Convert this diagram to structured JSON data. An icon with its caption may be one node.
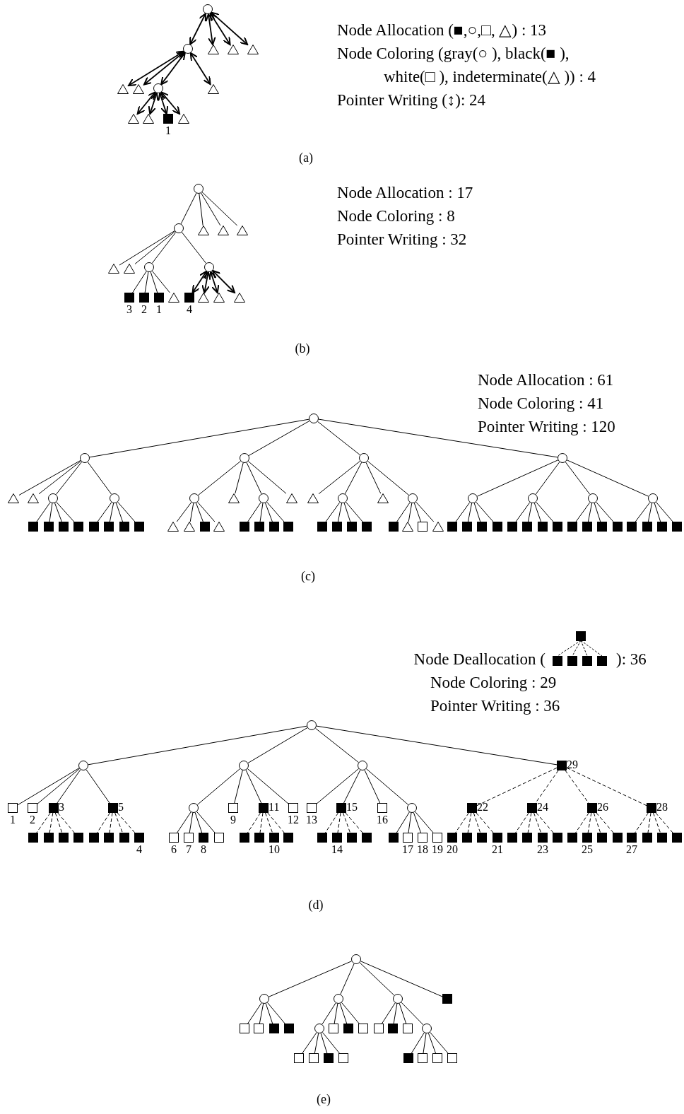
{
  "diagram": {
    "nodes": [
      {
        "text": [],
        "shape": "circle"
      },
      {
        "text": [],
        "shape": "circle"
      },
      {
        "text": [],
        "shape": "triangle"
      },
      {
        "text": [],
        "shape": "triangle"
      },
      {
        "text": [],
        "shape": "triangle"
      },
      {
        "text": [],
        "shape": "triangle"
      },
      {
        "text": [],
        "shape": "triangle"
      },
      {
        "text": [],
        "shape": "circle"
      },
      {
        "text": [],
        "shape": "triangle"
      },
      {
        "text": [],
        "shape": "triangle"
      },
      {
        "text": [],
        "shape": "triangle"
      },
      {
        "text": [],
        "shape": "block",
        "beside": [
          "1"
        ]
      },
      {
        "text": [],
        "shape": "triangle"
      },
      {
        "text": [],
        "shape": "circle"
      },
      {
        "text": [],
        "shape": "circle"
      },
      {
        "text": [],
        "shape": "triangle"
      },
      {
        "text": [],
        "shape": "triangle"
      },
      {
        "text": [],
        "shape": "triangle"
      },
      {
        "text": [],
        "shape": "triangle"
      },
      {
        "text": [],
        "shape": "triangle"
      },
      {
        "text": [],
        "shape": "circle"
      },
      {
        "text": [],
        "shape": "circle"
      },
      {
        "text": [],
        "shape": "block",
        "beside": [
          "3"
        ]
      },
      {
        "text": [],
        "shape": "block",
        "beside": [
          "2"
        ]
      },
      {
        "text": [],
        "shape": "block",
        "beside": [
          "1"
        ]
      },
      {
        "text": [],
        "shape": "triangle"
      },
      {
        "text": [],
        "shape": "block",
        "beside": [
          "4"
        ]
      },
      {
        "text": [],
        "shape": "triangle"
      },
      {
        "text": [],
        "shape": "triangle"
      },
      {
        "text": [],
        "shape": "triangle"
      },
      {
        "text": [],
        "shape": "circle"
      },
      {
        "text": [],
        "shape": "circle"
      },
      {
        "text": [],
        "shape": "circle"
      },
      {
        "text": [],
        "shape": "circle"
      },
      {
        "text": [],
        "shape": "circle"
      },
      {
        "text": [],
        "shape": "triangle"
      },
      {
        "text": [],
        "shape": "triangle"
      },
      {
        "text": [],
        "shape": "circle"
      },
      {
        "text": [],
        "shape": "circle"
      },
      {
        "text": [],
        "shape": "circle"
      },
      {
        "text": [],
        "shape": "triangle"
      },
      {
        "text": [],
        "shape": "circle"
      },
      {
        "text": [],
        "shape": "triangle"
      },
      {
        "text": [],
        "shape": "triangle"
      },
      {
        "text": [],
        "shape": "circle"
      },
      {
        "text": [],
        "shape": "triangle"
      },
      {
        "text": [],
        "shape": "circle"
      },
      {
        "text": [],
        "shape": "circle"
      },
      {
        "text": [],
        "shape": "circle"
      },
      {
        "text": [],
        "shape": "circle"
      },
      {
        "text": [],
        "shape": "circle"
      },
      {
        "text": [],
        "shape": "block"
      },
      {
        "text": [],
        "shape": "block"
      },
      {
        "text": [],
        "shape": "block"
      },
      {
        "text": [],
        "shape": "block"
      },
      {
        "text": [],
        "shape": "block"
      },
      {
        "text": [],
        "shape": "block"
      },
      {
        "text": [],
        "shape": "block"
      },
      {
        "text": [],
        "shape": "block"
      },
      {
        "text": [],
        "shape": "triangle"
      },
      {
        "text": [],
        "shape": "triangle"
      },
      {
        "text": [],
        "shape": "block"
      },
      {
        "text": [],
        "shape": "triangle"
      },
      {
        "text": [],
        "shape": "block"
      },
      {
        "text": [],
        "shape": "block"
      },
      {
        "text": [],
        "shape": "block"
      },
      {
        "text": [],
        "shape": "block"
      },
      {
        "text": [],
        "shape": "block"
      },
      {
        "text": [],
        "shape": "block"
      },
      {
        "text": [],
        "shape": "block"
      },
      {
        "text": [],
        "shape": "block"
      },
      {
        "text": [],
        "shape": "block"
      },
      {
        "text": [],
        "shape": "triangle"
      },
      {
        "text": [],
        "shape": "square"
      },
      {
        "text": [],
        "shape": "triangle"
      },
      {
        "text": [],
        "shape": "block"
      },
      {
        "text": [],
        "shape": "block"
      },
      {
        "text": [],
        "shape": "block"
      },
      {
        "text": [],
        "shape": "block"
      },
      {
        "text": [],
        "shape": "block"
      },
      {
        "text": [],
        "shape": "block"
      },
      {
        "text": [],
        "shape": "block"
      },
      {
        "text": [],
        "shape": "block"
      },
      {
        "text": [],
        "shape": "block"
      },
      {
        "text": [],
        "shape": "block"
      },
      {
        "text": [],
        "shape": "block"
      },
      {
        "text": [],
        "shape": "block"
      },
      {
        "text": [],
        "shape": "block"
      },
      {
        "text": [],
        "shape": "block"
      },
      {
        "text": [],
        "shape": "block"
      },
      {
        "text": [],
        "shape": "block"
      },
      {
        "text": [],
        "shape": "circle"
      },
      {
        "text": [],
        "shape": "circle"
      },
      {
        "text": [],
        "shape": "circle"
      },
      {
        "text": [],
        "shape": "circle"
      },
      {
        "text": [],
        "shape": "block",
        "beside": [
          "29"
        ]
      },
      {
        "text": [],
        "shape": "square",
        "beside": [
          "1"
        ]
      },
      {
        "text": [],
        "shape": "square",
        "beside": [
          "2"
        ]
      },
      {
        "text": [],
        "shape": "block",
        "beside": [
          "3"
        ]
      },
      {
        "text": [],
        "shape": "block",
        "beside": [
          "5"
        ]
      },
      {
        "text": [],
        "shape": "circle"
      },
      {
        "text": [],
        "shape": "square",
        "beside": [
          "9"
        ]
      },
      {
        "text": [],
        "shape": "block",
        "beside": [
          "11"
        ]
      },
      {
        "text": [],
        "shape": "square",
        "beside": [
          "12"
        ]
      },
      {
        "text": [],
        "shape": "square",
        "beside": [
          "13"
        ]
      },
      {
        "text": [],
        "shape": "block",
        "beside": [
          "15"
        ]
      },
      {
        "text": [],
        "shape": "square",
        "beside": [
          "16"
        ]
      },
      {
        "text": [],
        "shape": "circle"
      },
      {
        "text": [],
        "shape": "block",
        "beside": [
          "22"
        ]
      },
      {
        "text": [],
        "shape": "block",
        "beside": [
          "24"
        ]
      },
      {
        "text": [],
        "shape": "block",
        "beside": [
          "26"
        ]
      },
      {
        "text": [],
        "shape": "block",
        "beside": [
          "28"
        ]
      },
      {
        "text": [],
        "shape": "block"
      },
      {
        "text": [],
        "shape": "block"
      },
      {
        "text": [],
        "shape": "block"
      },
      {
        "text": [],
        "shape": "block"
      },
      {
        "text": [],
        "shape": "block"
      },
      {
        "text": [],
        "shape": "block"
      },
      {
        "text": [],
        "shape": "block"
      },
      {
        "text": [],
        "shape": "block",
        "beside": [
          "4"
        ]
      },
      {
        "text": [],
        "shape": "square",
        "beside": [
          "6"
        ]
      },
      {
        "text": [],
        "shape": "square",
        "beside": [
          "7"
        ]
      },
      {
        "text": [],
        "shape": "block",
        "beside": [
          "8"
        ]
      },
      {
        "text": [],
        "shape": "square"
      },
      {
        "text": [],
        "shape": "block"
      },
      {
        "text": [],
        "shape": "block"
      },
      {
        "text": [],
        "shape": "block",
        "beside": [
          "10"
        ]
      },
      {
        "text": [],
        "shape": "block"
      },
      {
        "text": [],
        "shape": "block"
      },
      {
        "text": [],
        "shape": "block",
        "beside": [
          "14"
        ]
      },
      {
        "text": [],
        "shape": "block"
      },
      {
        "text": [],
        "shape": "block"
      },
      {
        "text": [],
        "shape": "block"
      },
      {
        "text": [],
        "shape": "square",
        "beside": [
          "17"
        ]
      },
      {
        "text": [],
        "shape": "square",
        "beside": [
          "18"
        ]
      },
      {
        "text": [],
        "shape": "square",
        "beside": [
          "19"
        ]
      },
      {
        "text": [],
        "shape": "block",
        "beside": [
          "20"
        ]
      },
      {
        "text": [],
        "shape": "block"
      },
      {
        "text": [],
        "shape": "block"
      },
      {
        "text": [],
        "shape": "block",
        "beside": [
          "21"
        ]
      },
      {
        "text": [],
        "shape": "block"
      },
      {
        "text": [],
        "shape": "block"
      },
      {
        "text": [],
        "shape": "block",
        "beside": [
          "23"
        ]
      },
      {
        "text": [],
        "shape": "block"
      },
      {
        "text": [],
        "shape": "block"
      },
      {
        "text": [],
        "shape": "block",
        "beside": [
          "25"
        ]
      },
      {
        "text": [],
        "shape": "block"
      },
      {
        "text": [],
        "shape": "block"
      },
      {
        "text": [],
        "shape": "block",
        "beside": [
          "27"
        ]
      },
      {
        "text": [],
        "shape": "block"
      },
      {
        "text": [],
        "shape": "block"
      },
      {
        "text": [],
        "shape": "block"
      },
      {
        "text": [],
        "shape": "circle"
      },
      {
        "text": [],
        "shape": "circle"
      },
      {
        "text": [],
        "shape": "circle"
      },
      {
        "text": [],
        "shape": "circle"
      },
      {
        "text": [],
        "shape": "block"
      },
      {
        "text": [],
        "shape": "square"
      },
      {
        "text": [],
        "shape": "square"
      },
      {
        "text": [],
        "shape": "block"
      },
      {
        "text": [],
        "shape": "block"
      },
      {
        "text": [],
        "shape": "circle"
      },
      {
        "text": [],
        "shape": "square"
      },
      {
        "text": [],
        "shape": "block"
      },
      {
        "text": [],
        "shape": "square"
      },
      {
        "text": [],
        "shape": "square"
      },
      {
        "text": [],
        "shape": "block"
      },
      {
        "text": [],
        "shape": "square"
      },
      {
        "text": [],
        "shape": "circle"
      },
      {
        "text": [],
        "shape": "square"
      },
      {
        "text": [],
        "shape": "square"
      },
      {
        "text": [],
        "shape": "block"
      },
      {
        "text": [],
        "shape": "square"
      },
      {
        "text": [],
        "shape": "block"
      },
      {
        "text": [],
        "shape": "square"
      },
      {
        "text": [],
        "shape": "square"
      },
      {
        "text": [],
        "shape": "square"
      }
    ],
    "edges": [
      {
        "from": 0,
        "to": 1,
        "arrow": "both"
      },
      {
        "from": 0,
        "to": 2,
        "arrow": "both"
      },
      {
        "from": 0,
        "to": 3,
        "arrow": "both"
      },
      {
        "from": 0,
        "to": 4,
        "arrow": "both"
      },
      {
        "from": 1,
        "to": 5,
        "arrow": "both"
      },
      {
        "from": 1,
        "to": 6,
        "arrow": "both"
      },
      {
        "from": 1,
        "to": 7,
        "arrow": "both"
      },
      {
        "from": 1,
        "to": 8,
        "arrow": "both"
      },
      {
        "from": 7,
        "to": 9,
        "arrow": "both"
      },
      {
        "from": 7,
        "to": 10,
        "arrow": "both"
      },
      {
        "from": 7,
        "to": 11,
        "arrow": "both"
      },
      {
        "from": 7,
        "to": 12,
        "arrow": "both"
      },
      {
        "from": 13,
        "to": 14,
        "arrow": "none"
      },
      {
        "from": 13,
        "to": 15,
        "arrow": "none"
      },
      {
        "from": 13,
        "to": 16,
        "arrow": "none"
      },
      {
        "from": 13,
        "to": 17,
        "arrow": "none"
      },
      {
        "from": 14,
        "to": 18,
        "arrow": "none"
      },
      {
        "from": 14,
        "to": 19,
        "arrow": "none"
      },
      {
        "from": 14,
        "to": 20,
        "arrow": "none"
      },
      {
        "from": 14,
        "to": 21,
        "arrow": "none"
      },
      {
        "from": 20,
        "to": 22,
        "arrow": "none"
      },
      {
        "from": 20,
        "to": 23,
        "arrow": "none"
      },
      {
        "from": 20,
        "to": 24,
        "arrow": "none"
      },
      {
        "from": 20,
        "to": 25,
        "arrow": "none"
      },
      {
        "from": 21,
        "to": 26,
        "arrow": "both"
      },
      {
        "from": 21,
        "to": 27,
        "arrow": "both"
      },
      {
        "from": 21,
        "to": 28,
        "arrow": "both"
      },
      {
        "from": 21,
        "to": 29,
        "arrow": "both"
      },
      {
        "from": 30,
        "to": 31,
        "arrow": "none"
      },
      {
        "from": 30,
        "to": 32,
        "arrow": "none"
      },
      {
        "from": 30,
        "to": 33,
        "arrow": "none"
      },
      {
        "from": 30,
        "to": 34,
        "arrow": "none"
      },
      {
        "from": 31,
        "to": 35,
        "arrow": "none"
      },
      {
        "from": 31,
        "to": 36,
        "arrow": "none"
      },
      {
        "from": 31,
        "to": 37,
        "arrow": "none"
      },
      {
        "from": 31,
        "to": 38,
        "arrow": "none"
      },
      {
        "from": 32,
        "to": 39,
        "arrow": "none"
      },
      {
        "from": 32,
        "to": 40,
        "arrow": "none"
      },
      {
        "from": 32,
        "to": 41,
        "arrow": "none"
      },
      {
        "from": 32,
        "to": 42,
        "arrow": "none"
      },
      {
        "from": 33,
        "to": 43,
        "arrow": "none"
      },
      {
        "from": 33,
        "to": 44,
        "arrow": "none"
      },
      {
        "from": 33,
        "to": 45,
        "arrow": "none"
      },
      {
        "from": 33,
        "to": 46,
        "arrow": "none"
      },
      {
        "from": 34,
        "to": 47,
        "arrow": "none"
      },
      {
        "from": 34,
        "to": 48,
        "arrow": "none"
      },
      {
        "from": 34,
        "to": 49,
        "arrow": "none"
      },
      {
        "from": 34,
        "to": 50,
        "arrow": "none"
      },
      {
        "from": 37,
        "to": 51,
        "arrow": "none"
      },
      {
        "from": 37,
        "to": 52,
        "arrow": "none"
      },
      {
        "from": 37,
        "to": 53,
        "arrow": "none"
      },
      {
        "from": 37,
        "to": 54,
        "arrow": "none"
      },
      {
        "from": 38,
        "to": 55,
        "arrow": "none"
      },
      {
        "from": 38,
        "to": 56,
        "arrow": "none"
      },
      {
        "from": 38,
        "to": 57,
        "arrow": "none"
      },
      {
        "from": 38,
        "to": 58,
        "arrow": "none"
      },
      {
        "from": 39,
        "to": 59,
        "arrow": "none"
      },
      {
        "from": 39,
        "to": 60,
        "arrow": "none"
      },
      {
        "from": 39,
        "to": 61,
        "arrow": "none"
      },
      {
        "from": 39,
        "to": 62,
        "arrow": "none"
      },
      {
        "from": 41,
        "to": 63,
        "arrow": "none"
      },
      {
        "from": 41,
        "to": 64,
        "arrow": "none"
      },
      {
        "from": 41,
        "to": 65,
        "arrow": "none"
      },
      {
        "from": 41,
        "to": 66,
        "arrow": "none"
      },
      {
        "from": 44,
        "to": 67,
        "arrow": "none"
      },
      {
        "from": 44,
        "to": 68,
        "arrow": "none"
      },
      {
        "from": 44,
        "to": 69,
        "arrow": "none"
      },
      {
        "from": 44,
        "to": 70,
        "arrow": "none"
      },
      {
        "from": 46,
        "to": 71,
        "arrow": "none"
      },
      {
        "from": 46,
        "to": 72,
        "arrow": "none"
      },
      {
        "from": 46,
        "to": 73,
        "arrow": "none"
      },
      {
        "from": 46,
        "to": 74,
        "arrow": "none"
      },
      {
        "from": 47,
        "to": 75,
        "arrow": "none"
      },
      {
        "from": 47,
        "to": 76,
        "arrow": "none"
      },
      {
        "from": 47,
        "to": 77,
        "arrow": "none"
      },
      {
        "from": 47,
        "to": 78,
        "arrow": "none"
      },
      {
        "from": 48,
        "to": 79,
        "arrow": "none"
      },
      {
        "from": 48,
        "to": 80,
        "arrow": "none"
      },
      {
        "from": 48,
        "to": 81,
        "arrow": "none"
      },
      {
        "from": 48,
        "to": 82,
        "arrow": "none"
      },
      {
        "from": 49,
        "to": 83,
        "arrow": "none"
      },
      {
        "from": 49,
        "to": 84,
        "arrow": "none"
      },
      {
        "from": 49,
        "to": 85,
        "arrow": "none"
      },
      {
        "from": 49,
        "to": 86,
        "arrow": "none"
      },
      {
        "from": 50,
        "to": 87,
        "arrow": "none"
      },
      {
        "from": 50,
        "to": 88,
        "arrow": "none"
      },
      {
        "from": 50,
        "to": 89,
        "arrow": "none"
      },
      {
        "from": 50,
        "to": 90,
        "arrow": "none"
      },
      {
        "from": 91,
        "to": 92,
        "arrow": "none"
      },
      {
        "from": 91,
        "to": 93,
        "arrow": "none"
      },
      {
        "from": 91,
        "to": 94,
        "arrow": "none"
      },
      {
        "from": 91,
        "to": 95,
        "arrow": "none"
      },
      {
        "from": 92,
        "to": 96,
        "arrow": "none"
      },
      {
        "from": 92,
        "to": 97,
        "arrow": "none"
      },
      {
        "from": 92,
        "to": 98,
        "arrow": "none"
      },
      {
        "from": 92,
        "to": 99,
        "arrow": "none"
      },
      {
        "from": 93,
        "to": 100,
        "arrow": "none"
      },
      {
        "from": 93,
        "to": 101,
        "arrow": "none"
      },
      {
        "from": 93,
        "to": 102,
        "arrow": "none"
      },
      {
        "from": 93,
        "to": 103,
        "arrow": "none"
      },
      {
        "from": 94,
        "to": 104,
        "arrow": "none"
      },
      {
        "from": 94,
        "to": 105,
        "arrow": "none"
      },
      {
        "from": 94,
        "to": 106,
        "arrow": "none"
      },
      {
        "from": 94,
        "to": 107,
        "arrow": "none"
      },
      {
        "from": 95,
        "to": 108,
        "arrow": "none",
        "style": "dashed"
      },
      {
        "from": 95,
        "to": 109,
        "arrow": "none",
        "style": "dashed"
      },
      {
        "from": 95,
        "to": 110,
        "arrow": "none",
        "style": "dashed"
      },
      {
        "from": 95,
        "to": 111,
        "arrow": "none",
        "style": "dashed"
      },
      {
        "from": 98,
        "to": 112,
        "arrow": "none",
        "style": "dashed"
      },
      {
        "from": 98,
        "to": 113,
        "arrow": "none",
        "style": "dashed"
      },
      {
        "from": 98,
        "to": 114,
        "arrow": "none",
        "style": "dashed"
      },
      {
        "from": 98,
        "to": 115,
        "arrow": "none",
        "style": "dashed"
      },
      {
        "from": 99,
        "to": 116,
        "arrow": "none",
        "style": "dashed"
      },
      {
        "from": 99,
        "to": 117,
        "arrow": "none",
        "style": "dashed"
      },
      {
        "from": 99,
        "to": 118,
        "arrow": "none",
        "style": "dashed"
      },
      {
        "from": 99,
        "to": 119,
        "arrow": "none",
        "style": "dashed"
      },
      {
        "from": 100,
        "to": 120,
        "arrow": "none"
      },
      {
        "from": 100,
        "to": 121,
        "arrow": "none"
      },
      {
        "from": 100,
        "to": 122,
        "arrow": "none"
      },
      {
        "from": 100,
        "to": 123,
        "arrow": "none"
      },
      {
        "from": 102,
        "to": 124,
        "arrow": "none",
        "style": "dashed"
      },
      {
        "from": 102,
        "to": 125,
        "arrow": "none",
        "style": "dashed"
      },
      {
        "from": 102,
        "to": 126,
        "arrow": "none",
        "style": "dashed"
      },
      {
        "from": 102,
        "to": 127,
        "arrow": "none",
        "style": "dashed"
      },
      {
        "from": 105,
        "to": 128,
        "arrow": "none",
        "style": "dashed"
      },
      {
        "from": 105,
        "to": 129,
        "arrow": "none",
        "style": "dashed"
      },
      {
        "from": 105,
        "to": 130,
        "arrow": "none",
        "style": "dashed"
      },
      {
        "from": 105,
        "to": 131,
        "arrow": "none",
        "style": "dashed"
      },
      {
        "from": 107,
        "to": 132,
        "arrow": "none"
      },
      {
        "from": 107,
        "to": 133,
        "arrow": "none"
      },
      {
        "from": 107,
        "to": 134,
        "arrow": "none"
      },
      {
        "from": 107,
        "to": 135,
        "arrow": "none"
      },
      {
        "from": 108,
        "to": 136,
        "arrow": "none",
        "style": "dashed"
      },
      {
        "from": 108,
        "to": 137,
        "arrow": "none",
        "style": "dashed"
      },
      {
        "from": 108,
        "to": 138,
        "arrow": "none",
        "style": "dashed"
      },
      {
        "from": 108,
        "to": 139,
        "arrow": "none",
        "style": "dashed"
      },
      {
        "from": 109,
        "to": 140,
        "arrow": "none",
        "style": "dashed"
      },
      {
        "from": 109,
        "to": 141,
        "arrow": "none",
        "style": "dashed"
      },
      {
        "from": 109,
        "to": 142,
        "arrow": "none",
        "style": "dashed"
      },
      {
        "from": 109,
        "to": 143,
        "arrow": "none",
        "style": "dashed"
      },
      {
        "from": 110,
        "to": 144,
        "arrow": "none",
        "style": "dashed"
      },
      {
        "from": 110,
        "to": 145,
        "arrow": "none",
        "style": "dashed"
      },
      {
        "from": 110,
        "to": 146,
        "arrow": "none",
        "style": "dashed"
      },
      {
        "from": 110,
        "to": 147,
        "arrow": "none",
        "style": "dashed"
      },
      {
        "from": 111,
        "to": 148,
        "arrow": "none",
        "style": "dashed"
      },
      {
        "from": 111,
        "to": 149,
        "arrow": "none",
        "style": "dashed"
      },
      {
        "from": 111,
        "to": 150,
        "arrow": "none",
        "style": "dashed"
      },
      {
        "from": 111,
        "to": 151,
        "arrow": "none",
        "style": "dashed"
      },
      {
        "from": 152,
        "to": 153,
        "arrow": "none"
      },
      {
        "from": 152,
        "to": 154,
        "arrow": "none"
      },
      {
        "from": 152,
        "to": 155,
        "arrow": "none"
      },
      {
        "from": 152,
        "to": 156,
        "arrow": "none"
      },
      {
        "from": 153,
        "to": 157,
        "arrow": "none"
      },
      {
        "from": 153,
        "to": 158,
        "arrow": "none"
      },
      {
        "from": 153,
        "to": 159,
        "arrow": "none"
      },
      {
        "from": 153,
        "to": 160,
        "arrow": "none"
      },
      {
        "from": 154,
        "to": 161,
        "arrow": "none"
      },
      {
        "from": 154,
        "to": 162,
        "arrow": "none"
      },
      {
        "from": 154,
        "to": 163,
        "arrow": "none"
      },
      {
        "from": 154,
        "to": 164,
        "arrow": "none"
      },
      {
        "from": 155,
        "to": 165,
        "arrow": "none"
      },
      {
        "from": 155,
        "to": 166,
        "arrow": "none"
      },
      {
        "from": 155,
        "to": 167,
        "arrow": "none"
      },
      {
        "from": 155,
        "to": 168,
        "arrow": "none"
      },
      {
        "from": 161,
        "to": 169,
        "arrow": "none"
      },
      {
        "from": 161,
        "to": 170,
        "arrow": "none"
      },
      {
        "from": 161,
        "to": 171,
        "arrow": "none"
      },
      {
        "from": 161,
        "to": 172,
        "arrow": "none"
      },
      {
        "from": 168,
        "to": 173,
        "arrow": "none"
      },
      {
        "from": 168,
        "to": 174,
        "arrow": "none"
      },
      {
        "from": 168,
        "to": 175,
        "arrow": "none"
      },
      {
        "from": 168,
        "to": 176,
        "arrow": "none"
      }
    ],
    "labels": [
      "Node Allocation (■,○,□, △) : 13",
      "Node Coloring (gray(○ ), black(■ ), white(□ ), indeterminate(△ )) : 4",
      "Pointer Writing (↕): 24",
      "(a)",
      "Node Allocation : 17",
      "Node Coloring : 8",
      "Pointer Writing : 32",
      "(b)",
      "Node Allocation : 61",
      "Node Coloring : 41",
      "Pointer Writing : 120",
      "(c)",
      "Node Deallocation (",
      "): 36",
      "Node Coloring : 29",
      "Pointer Writing : 36",
      "(d)",
      "(e)"
    ]
  }
}
